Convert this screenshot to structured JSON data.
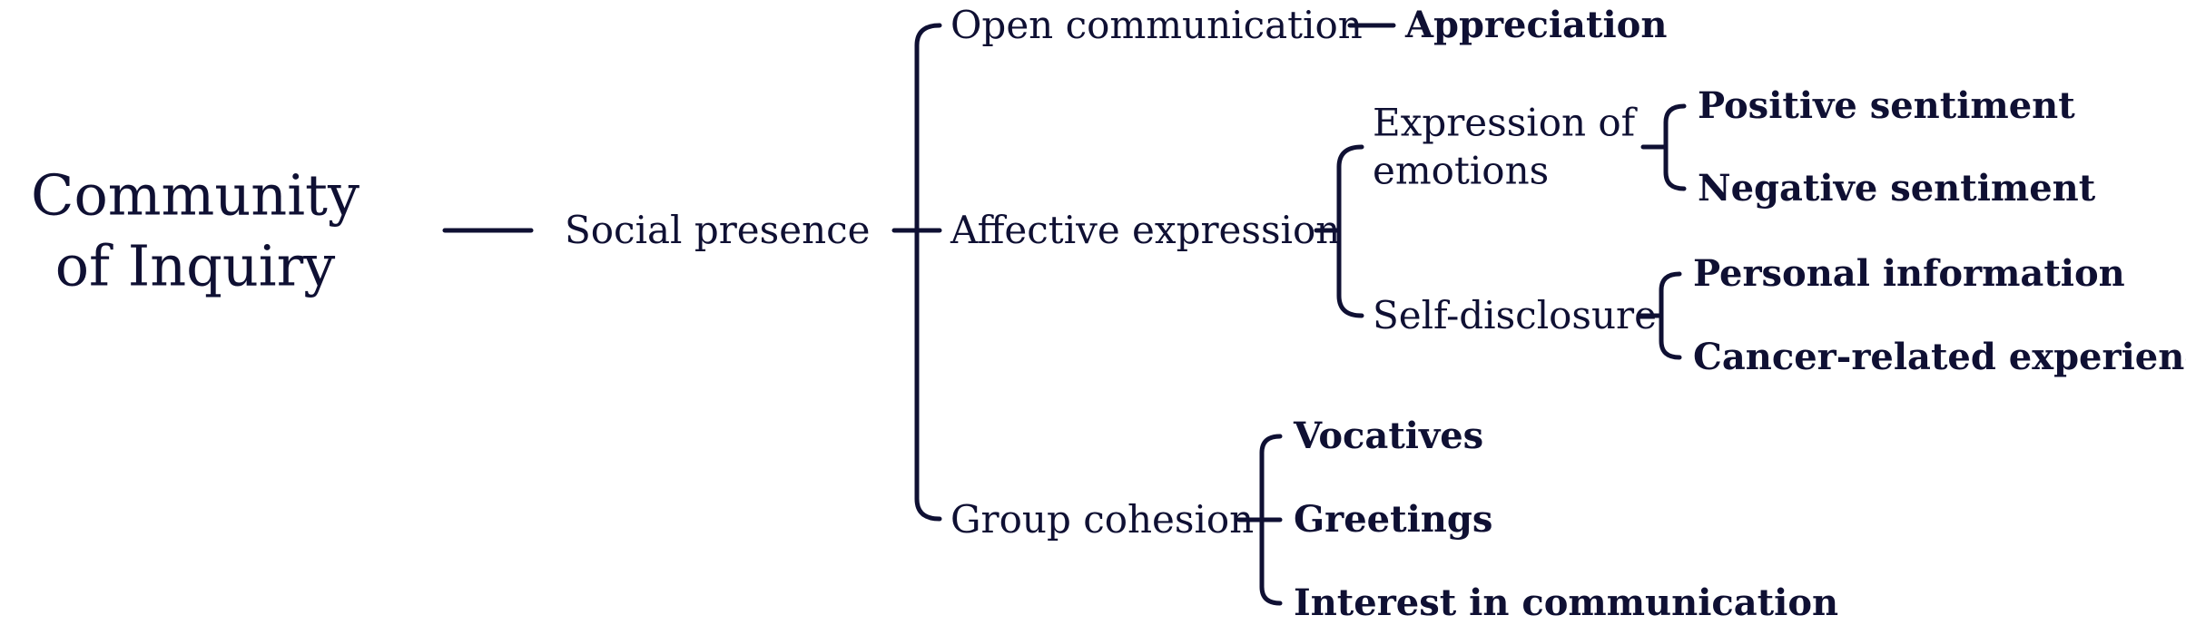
{
  "diagram": {
    "root": "Community of Inquiry",
    "level1": "Social presence",
    "categories": {
      "open": "Open communication",
      "affective": "Affective expression",
      "cohesion": "Group cohesion"
    },
    "subcategories": {
      "emotions": "Expression of emotions",
      "disclosure": "Self-disclosure"
    },
    "indicators": {
      "appreciation": "Appreciation",
      "positive": "Positive sentiment",
      "negative": "Negative sentiment",
      "personal": "Personal information",
      "cancer": "Cancer-related experience",
      "vocatives": "Vocatives",
      "greetings": "Greetings",
      "interest": "Interest in communication"
    }
  }
}
